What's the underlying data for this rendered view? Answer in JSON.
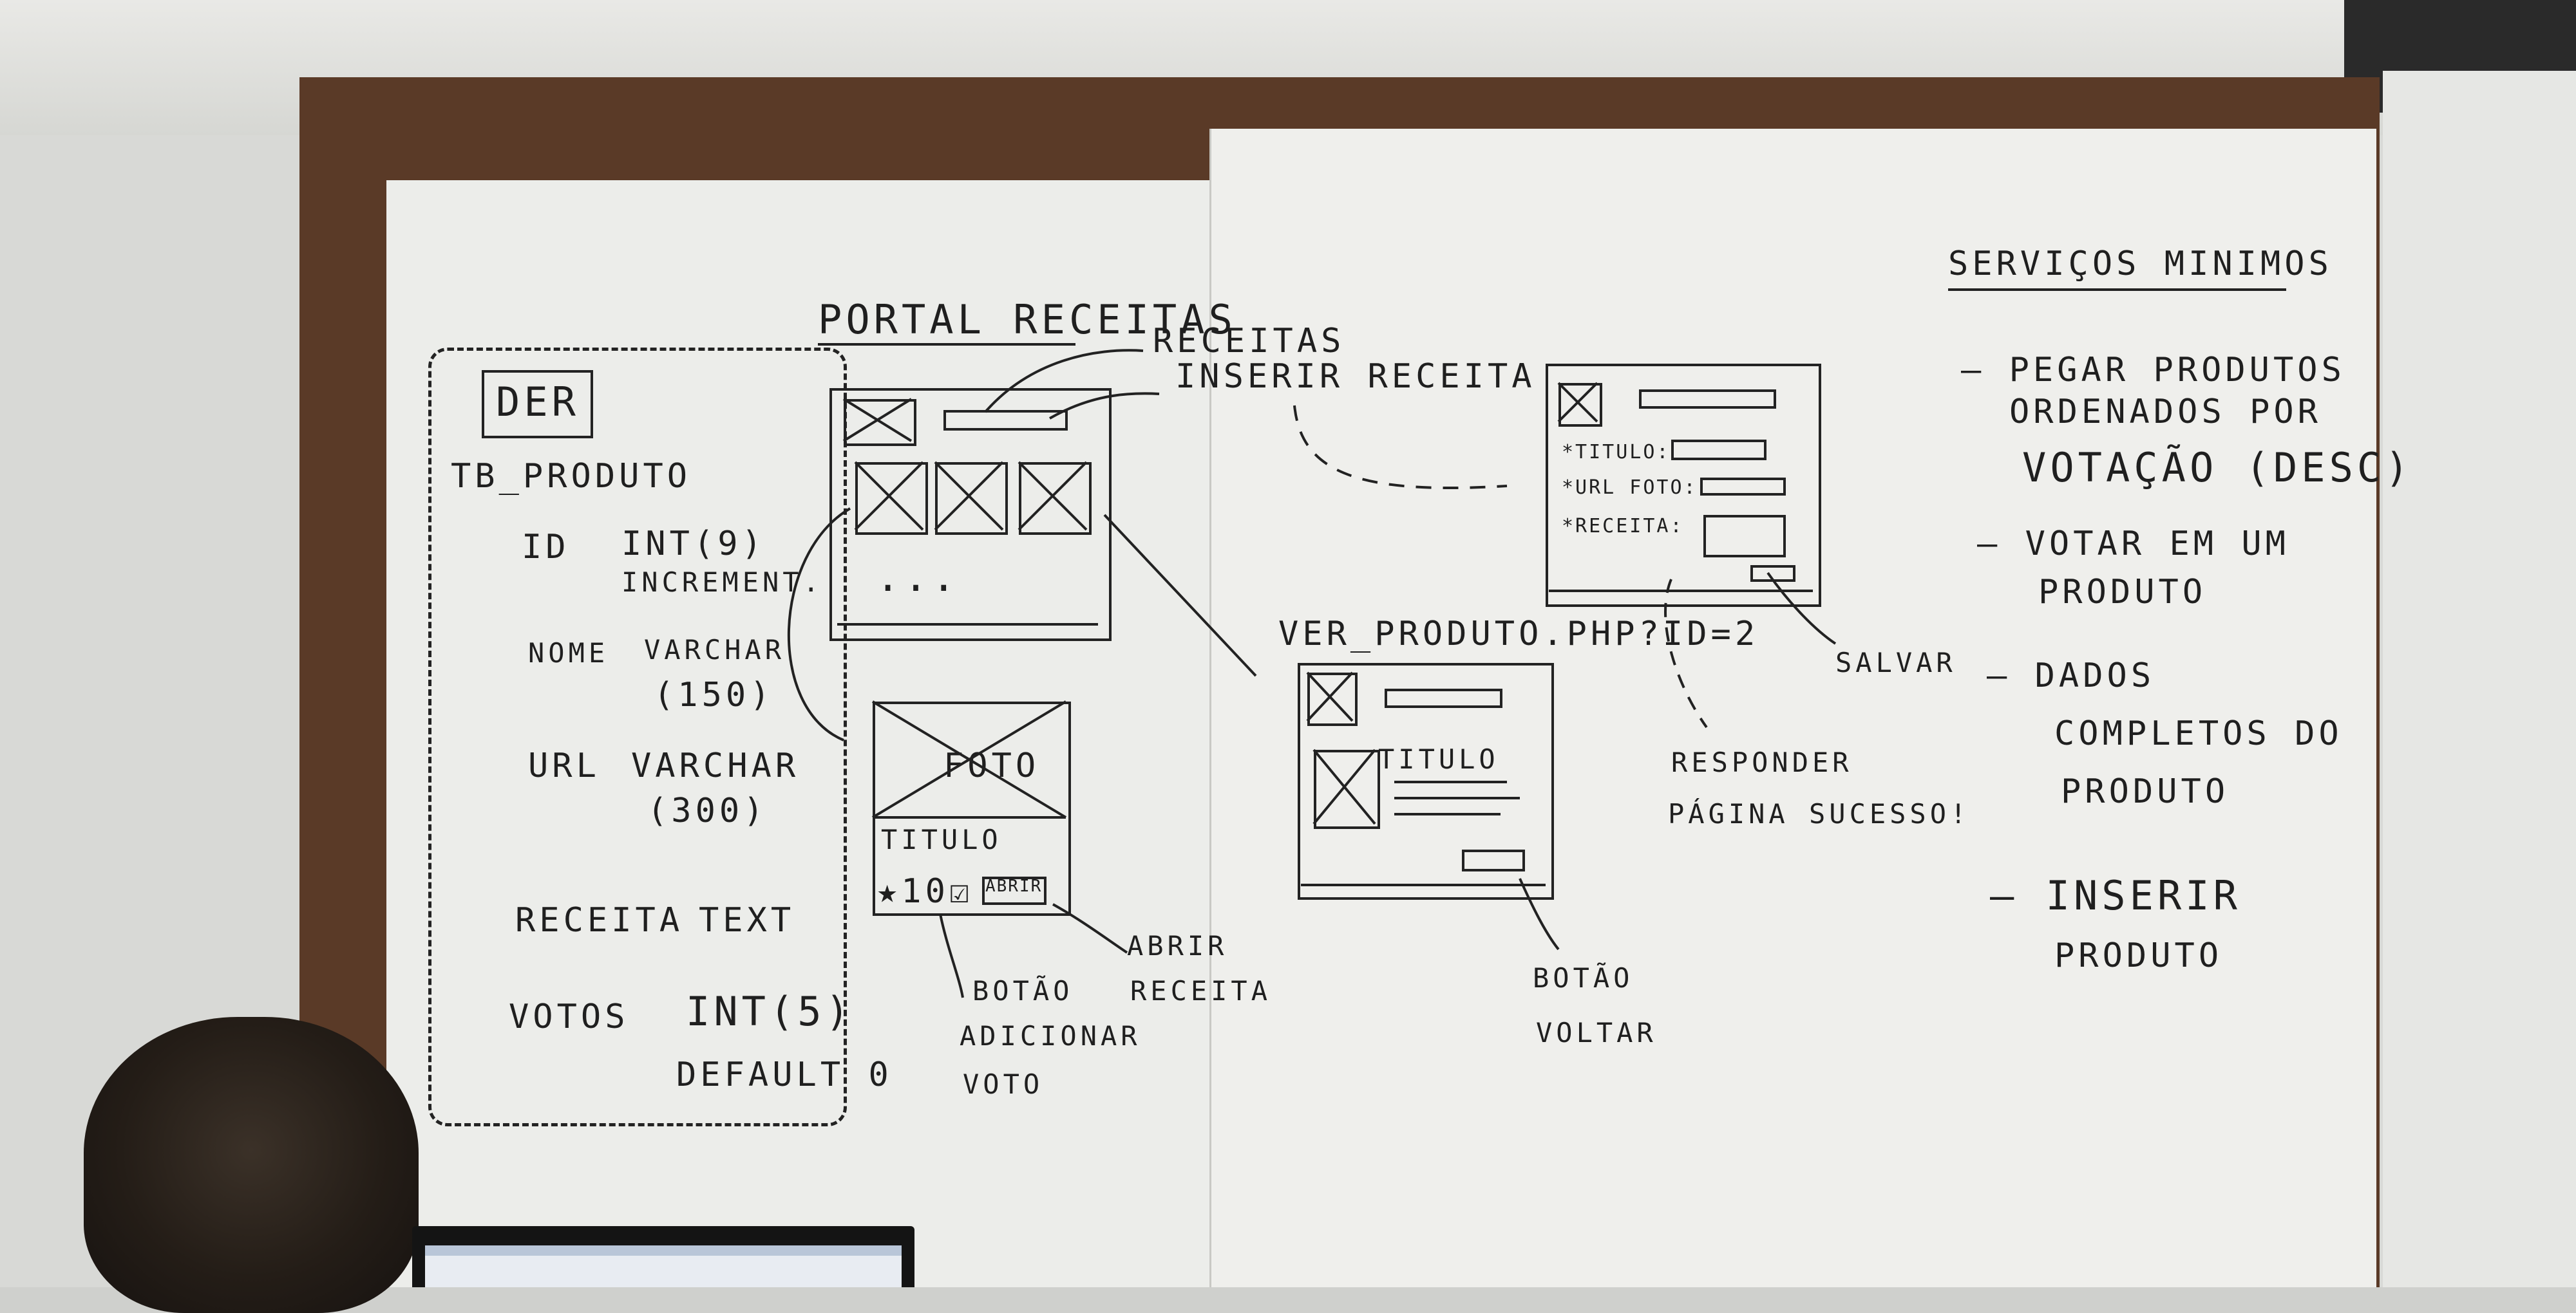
{
  "board": {
    "title": "PORTAL RECEITAS",
    "der": {
      "label": "DER",
      "table": "TB_PRODUTO",
      "fields": [
        {
          "name": "ID",
          "type": "INT(9)",
          "extra": "INCREMENT."
        },
        {
          "name": "NOME",
          "type": "VARCHAR",
          "extra": "(150)"
        },
        {
          "name": "URL",
          "type": "VARCHAR",
          "extra": "(300)"
        },
        {
          "name": "RECEITA",
          "type": "TEXT",
          "extra": ""
        },
        {
          "name": "VOTOS",
          "type": "INT(5)",
          "extra": "DEFAULT 0"
        }
      ]
    },
    "menu_links": [
      "RECEITAS",
      "INSERIR RECEITA"
    ],
    "card": {
      "foto": "FOTO",
      "titulo": "TITULO",
      "votes": "★10☑",
      "abrir": "ABRIR",
      "note_vote": [
        "BOTÃO",
        "ADICIONAR",
        "VOTO"
      ],
      "note_open": [
        "ABRIR",
        "RECEITA"
      ]
    },
    "grid_ellipsis": "...",
    "ver_produto": {
      "url": "VER_PRODUTO.PHP?ID=2",
      "titulo": "TITULO",
      "note": [
        "BOTÃO",
        "VOLTAR"
      ]
    },
    "form": {
      "fields": [
        "*TITULO:",
        "*URL FOTO:",
        "*RECEITA:"
      ],
      "salvar": "SALVAR",
      "note": [
        "RESPONDER",
        "PÁGINA SUCESSO!"
      ]
    },
    "servicos": {
      "title": "SERVIÇOS MINIMOS",
      "items": [
        [
          "— PEGAR PRODUTOS",
          "ORDENADOS POR",
          "VOTAÇÃO (DESC)"
        ],
        [
          "— VOTAR EM UM",
          "PRODUTO"
        ],
        [
          "— DADOS",
          "COMPLETOS DO",
          "PRODUTO"
        ],
        [
          "— INSERIR",
          "PRODUTO"
        ]
      ]
    }
  }
}
